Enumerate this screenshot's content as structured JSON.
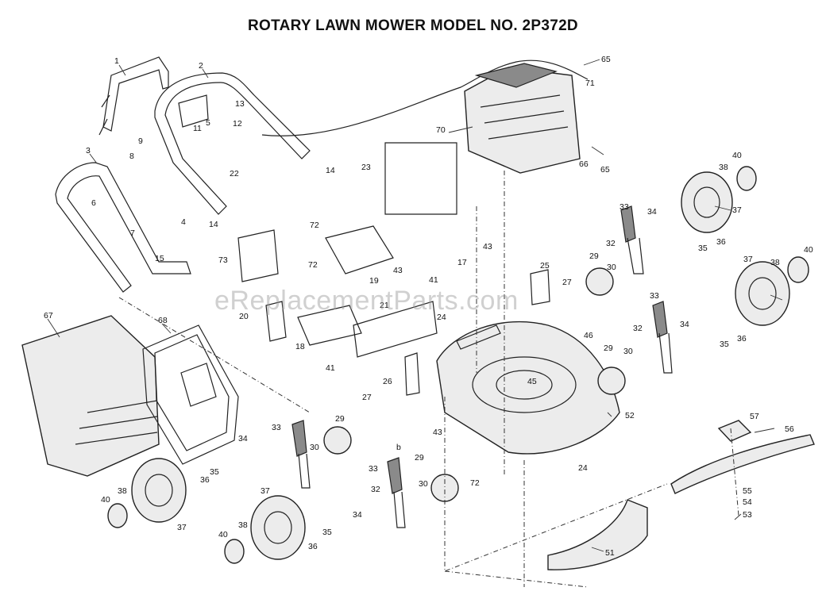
{
  "diagram": {
    "title": "ROTARY LAWN MOWER MODEL NO. 2P372D",
    "watermark": "eReplacementParts.com",
    "callouts": [
      {
        "id": "c1",
        "label": "1"
      },
      {
        "id": "c2",
        "label": "2"
      },
      {
        "id": "c3",
        "label": "3"
      },
      {
        "id": "c4",
        "label": "4"
      },
      {
        "id": "c5",
        "label": "5"
      },
      {
        "id": "c6",
        "label": "6"
      },
      {
        "id": "c7",
        "label": "7"
      },
      {
        "id": "c8",
        "label": "8"
      },
      {
        "id": "c9",
        "label": "9"
      },
      {
        "id": "c11",
        "label": "11"
      },
      {
        "id": "c12",
        "label": "12"
      },
      {
        "id": "c13",
        "label": "13"
      },
      {
        "id": "c14a",
        "label": "14"
      },
      {
        "id": "c14b",
        "label": "14"
      },
      {
        "id": "c15",
        "label": "15"
      },
      {
        "id": "c17",
        "label": "17"
      },
      {
        "id": "c18",
        "label": "18"
      },
      {
        "id": "c19",
        "label": "19"
      },
      {
        "id": "c20",
        "label": "20"
      },
      {
        "id": "c21",
        "label": "21"
      },
      {
        "id": "c22",
        "label": "22"
      },
      {
        "id": "c23",
        "label": "23"
      },
      {
        "id": "c24a",
        "label": "24"
      },
      {
        "id": "c24b",
        "label": "24"
      },
      {
        "id": "c25",
        "label": "25"
      },
      {
        "id": "c26",
        "label": "26"
      },
      {
        "id": "c27a",
        "label": "27"
      },
      {
        "id": "c27b",
        "label": "27"
      },
      {
        "id": "c29a",
        "label": "29"
      },
      {
        "id": "c29b",
        "label": "29"
      },
      {
        "id": "c29c",
        "label": "29"
      },
      {
        "id": "c29d",
        "label": "29"
      },
      {
        "id": "c30a",
        "label": "30"
      },
      {
        "id": "c30b",
        "label": "30"
      },
      {
        "id": "c30c",
        "label": "30"
      },
      {
        "id": "c30d",
        "label": "30"
      },
      {
        "id": "c32a",
        "label": "32"
      },
      {
        "id": "c32b",
        "label": "32"
      },
      {
        "id": "c32c",
        "label": "32"
      },
      {
        "id": "c33a",
        "label": "33"
      },
      {
        "id": "c33b",
        "label": "33"
      },
      {
        "id": "c33c",
        "label": "33"
      },
      {
        "id": "c33d",
        "label": "33"
      },
      {
        "id": "c34a",
        "label": "34"
      },
      {
        "id": "c34b",
        "label": "34"
      },
      {
        "id": "c34c",
        "label": "34"
      },
      {
        "id": "c34d",
        "label": "34"
      },
      {
        "id": "c35a",
        "label": "35"
      },
      {
        "id": "c35b",
        "label": "35"
      },
      {
        "id": "c35c",
        "label": "35"
      },
      {
        "id": "c35d",
        "label": "35"
      },
      {
        "id": "c36a",
        "label": "36"
      },
      {
        "id": "c36b",
        "label": "36"
      },
      {
        "id": "c36c",
        "label": "36"
      },
      {
        "id": "c36d",
        "label": "36"
      },
      {
        "id": "c37a",
        "label": "37"
      },
      {
        "id": "c37b",
        "label": "37"
      },
      {
        "id": "c37c",
        "label": "37"
      },
      {
        "id": "c37d",
        "label": "37"
      },
      {
        "id": "c38a",
        "label": "38"
      },
      {
        "id": "c38b",
        "label": "38"
      },
      {
        "id": "c38c",
        "label": "38"
      },
      {
        "id": "c38d",
        "label": "38"
      },
      {
        "id": "c40a",
        "label": "40"
      },
      {
        "id": "c40b",
        "label": "40"
      },
      {
        "id": "c40c",
        "label": "40"
      },
      {
        "id": "c40d",
        "label": "40"
      },
      {
        "id": "c41a",
        "label": "41"
      },
      {
        "id": "c41b",
        "label": "41"
      },
      {
        "id": "c43a",
        "label": "43"
      },
      {
        "id": "c43b",
        "label": "43"
      },
      {
        "id": "c43c",
        "label": "43"
      },
      {
        "id": "c45",
        "label": "45"
      },
      {
        "id": "c46",
        "label": "46"
      },
      {
        "id": "c51",
        "label": "51"
      },
      {
        "id": "c52",
        "label": "52"
      },
      {
        "id": "c53",
        "label": "53"
      },
      {
        "id": "c54",
        "label": "54"
      },
      {
        "id": "c55",
        "label": "55"
      },
      {
        "id": "c56",
        "label": "56"
      },
      {
        "id": "c57",
        "label": "57"
      },
      {
        "id": "c65a",
        "label": "65"
      },
      {
        "id": "c65b",
        "label": "65"
      },
      {
        "id": "c66",
        "label": "66"
      },
      {
        "id": "c67",
        "label": "67"
      },
      {
        "id": "c68",
        "label": "68"
      },
      {
        "id": "c70",
        "label": "70"
      },
      {
        "id": "c71",
        "label": "71"
      },
      {
        "id": "c72a",
        "label": "72"
      },
      {
        "id": "c72b",
        "label": "72"
      },
      {
        "id": "c72c",
        "label": "72"
      },
      {
        "id": "c73",
        "label": "73"
      },
      {
        "id": "c5b",
        "label": "b"
      }
    ]
  }
}
